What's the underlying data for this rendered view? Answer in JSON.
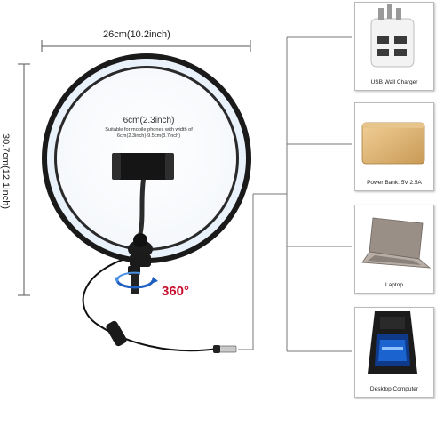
{
  "dimensions": {
    "width_cm": "26cm",
    "width_inch": "(10.2inch)",
    "height_cm": "30.7cm",
    "height_inch": "(12.1inch)",
    "phone_width_cm": "6cm",
    "phone_width_inch": "(2.3inch)",
    "phone_note_line1": "Suitable for mobile phones with width of",
    "phone_note_line2": "6cm(2.3inch)-9.5cm(3.7inch)"
  },
  "rotation_label": "360°",
  "devices": [
    {
      "label": "USB Wall Charger",
      "icon": "wall-charger-icon"
    },
    {
      "label": "Power Bank: 5V 2.5A",
      "icon": "power-bank-icon"
    },
    {
      "label": "Laptop",
      "icon": "laptop-icon"
    },
    {
      "label": "Desktop Computer",
      "icon": "desktop-computer-icon"
    }
  ],
  "colors": {
    "accent_red": "#c8102e",
    "ring_light": "#e9f1fb",
    "bezel": "#1a1a1a"
  }
}
